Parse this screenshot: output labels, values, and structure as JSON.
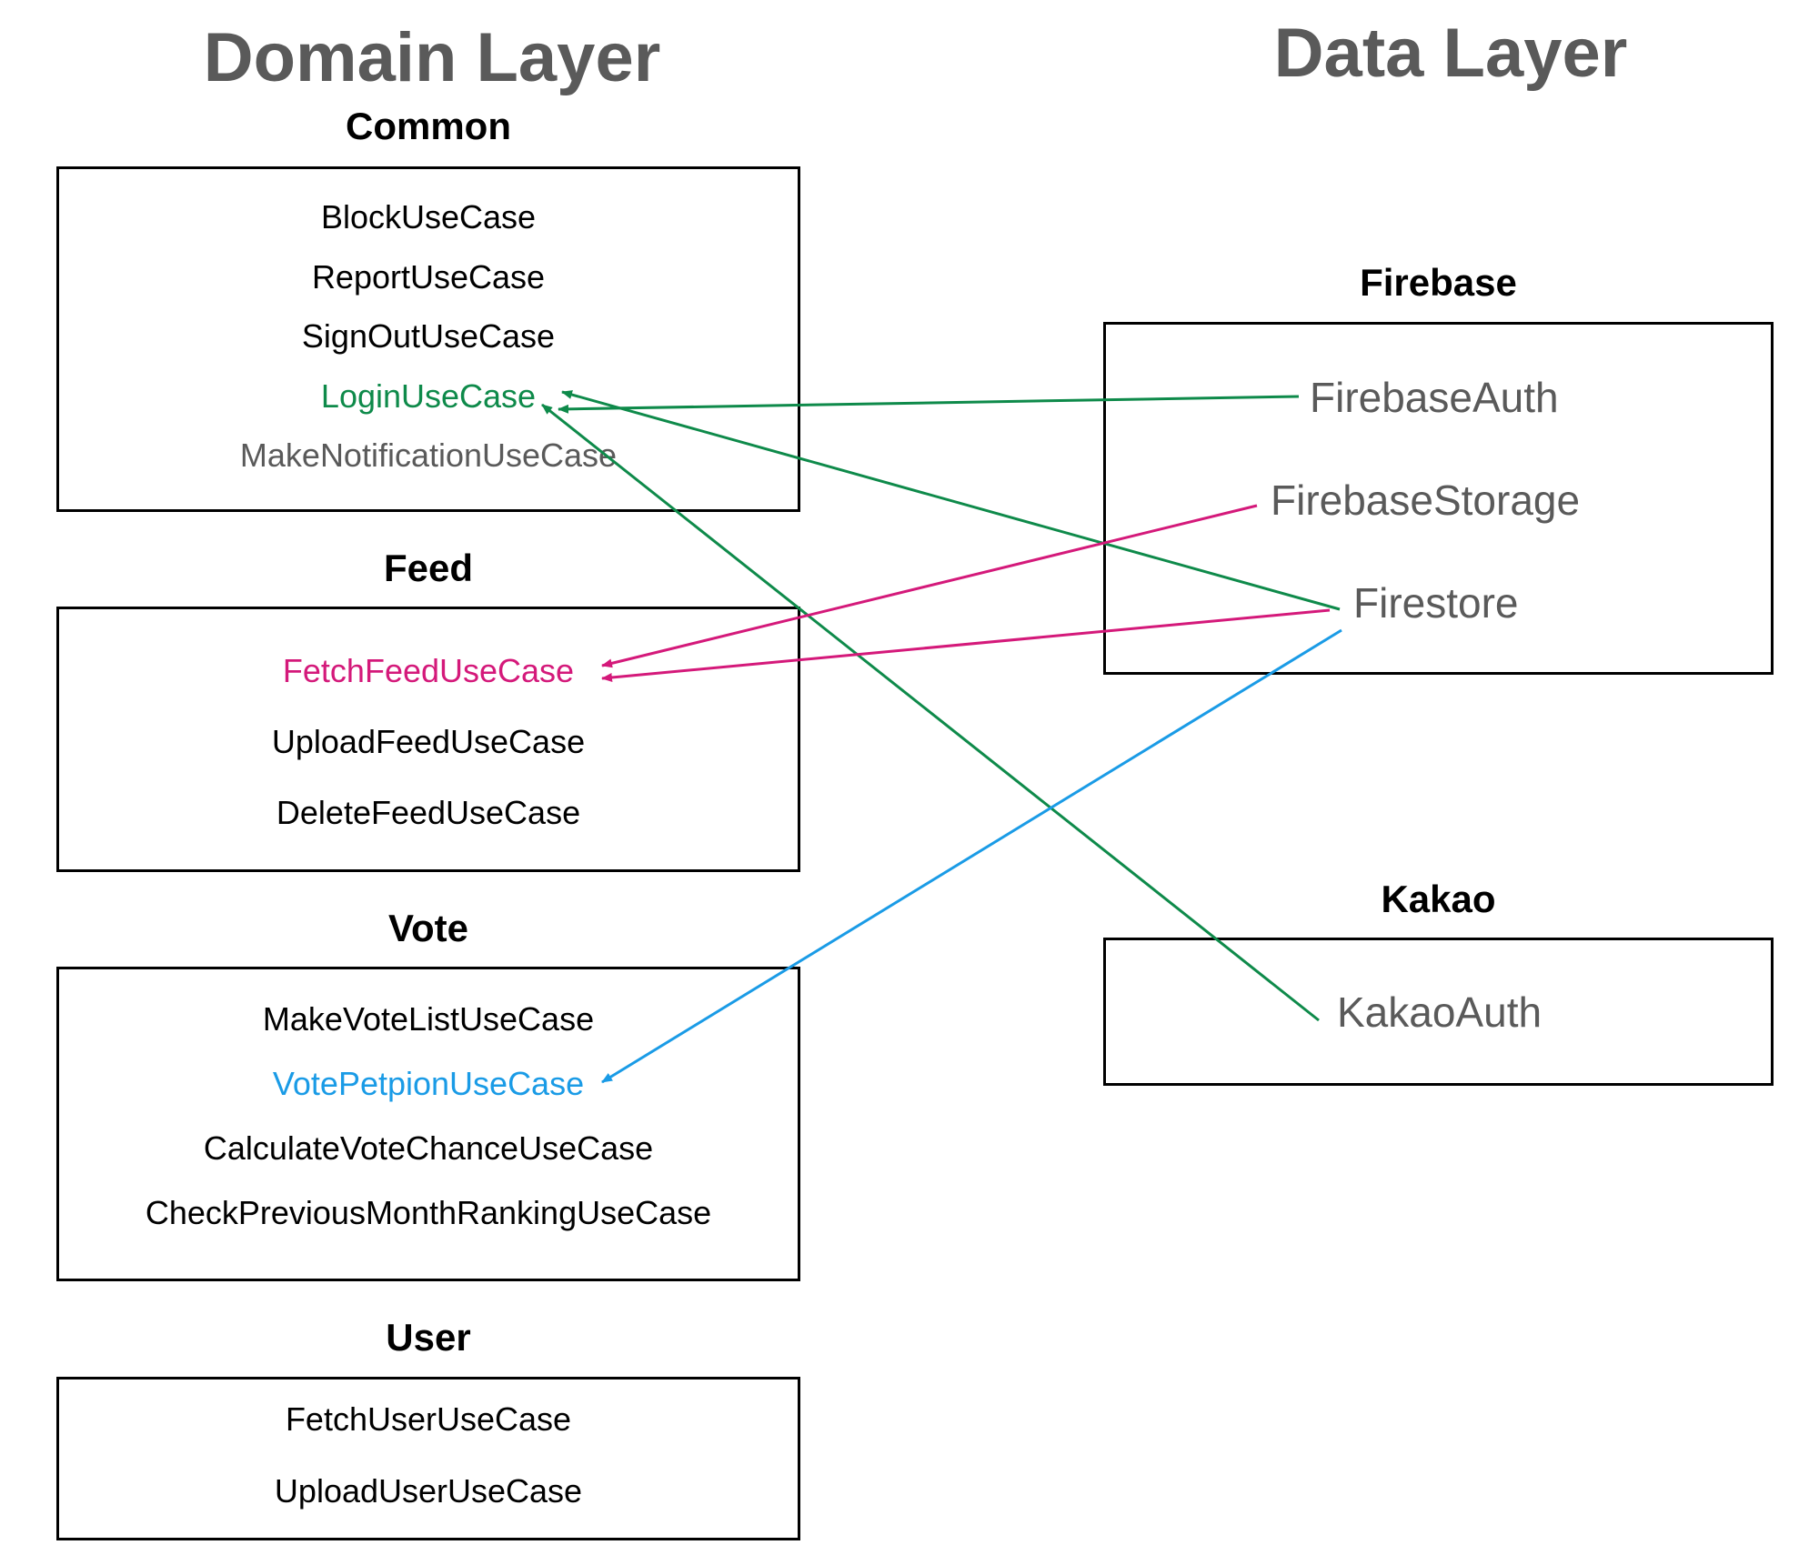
{
  "domain_layer": {
    "title": "Domain Layer",
    "groups": {
      "common": {
        "title": "Common",
        "items": [
          "BlockUseCase",
          "ReportUseCase",
          "SignOutUseCase",
          "LoginUseCase",
          "MakeNotificationUseCase"
        ]
      },
      "feed": {
        "title": "Feed",
        "items": [
          "FetchFeedUseCase",
          "UploadFeedUseCase",
          "DeleteFeedUseCase"
        ]
      },
      "vote": {
        "title": "Vote",
        "items": [
          "MakeVoteListUseCase",
          "VotePetpionUseCase",
          "CalculateVoteChanceUseCase",
          "CheckPreviousMonthRankingUseCase"
        ]
      },
      "user": {
        "title": "User",
        "items": [
          "FetchUserUseCase",
          "UploadUserUseCase"
        ]
      }
    }
  },
  "data_layer": {
    "title": "Data Layer",
    "groups": {
      "firebase": {
        "title": "Firebase",
        "items": [
          "FirebaseAuth",
          "FirebaseStorage",
          "Firestore"
        ]
      },
      "kakao": {
        "title": "Kakao",
        "items": [
          "KakaoAuth"
        ]
      }
    }
  },
  "colors": {
    "green": "#0e8a4a",
    "magenta": "#d4197a",
    "blue": "#1a9be6",
    "gray_text": "#5a5a5a"
  },
  "connections": [
    {
      "from": "FirebaseAuth",
      "to": "LoginUseCase",
      "color": "green"
    },
    {
      "from": "Firestore",
      "to": "LoginUseCase",
      "color": "green"
    },
    {
      "from": "KakaoAuth",
      "to": "LoginUseCase",
      "color": "green"
    },
    {
      "from": "FirebaseStorage",
      "to": "FetchFeedUseCase",
      "color": "magenta"
    },
    {
      "from": "Firestore",
      "to": "FetchFeedUseCase",
      "color": "magenta"
    },
    {
      "from": "Firestore",
      "to": "VotePetpionUseCase",
      "color": "blue"
    }
  ]
}
